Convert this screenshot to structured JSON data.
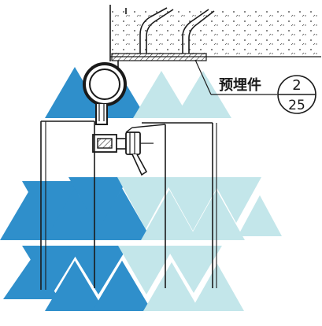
{
  "callout": {
    "label": "预埋件",
    "detail_number": "2",
    "sheet_number": "25"
  },
  "colors": {
    "line": "#1a1a1a",
    "triangle_dark": "#2f8fcb",
    "triangle_light": "#c3e6ea",
    "concrete": "#ffffff",
    "plate_hatch": "#1a1a1a"
  }
}
